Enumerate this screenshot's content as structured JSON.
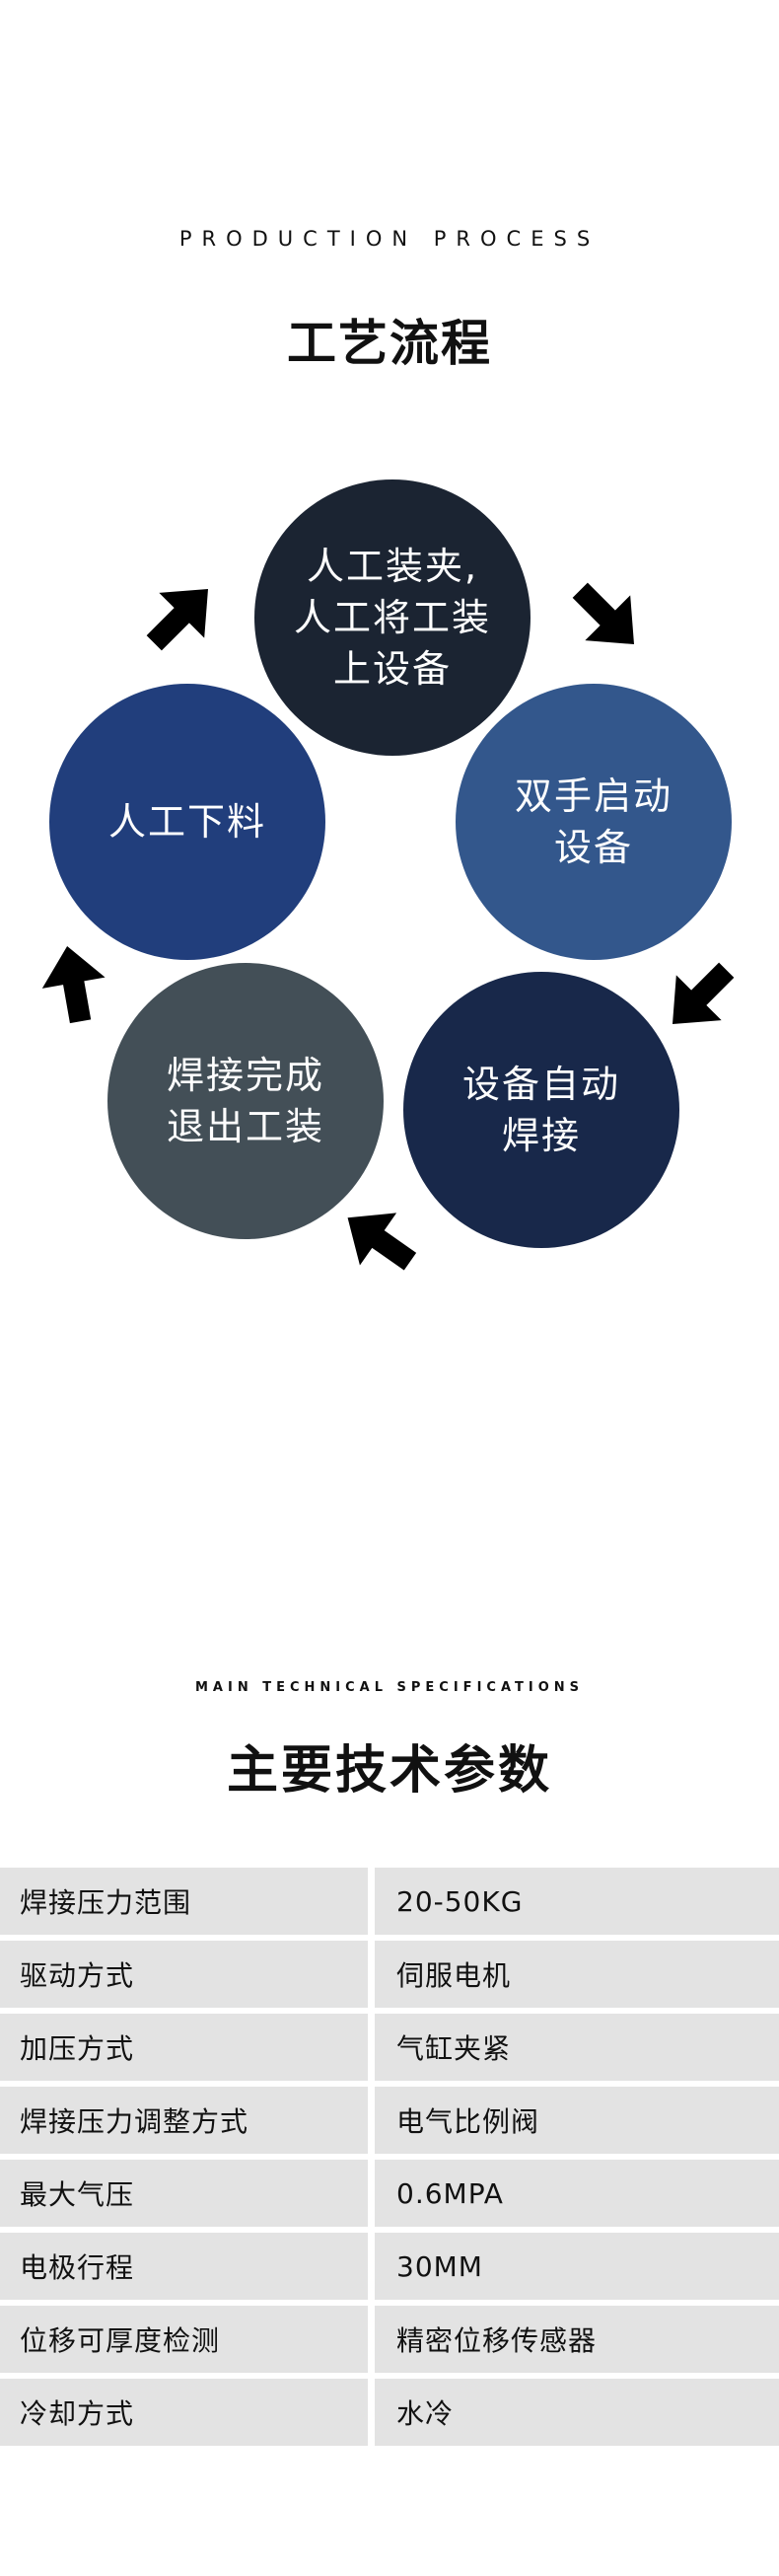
{
  "process": {
    "title_en": "PRODUCTION PROCESS",
    "title_zh": "工艺流程",
    "steps": [
      {
        "lines": [
          "人工装夹,",
          "人工将工装",
          "上设备"
        ],
        "color": "#1b2432"
      },
      {
        "lines": [
          "双手启动",
          "设备"
        ],
        "color": "#33578c"
      },
      {
        "lines": [
          "设备自动",
          "焊接"
        ],
        "color": "#18284a"
      },
      {
        "lines": [
          "焊接完成",
          "退出工装"
        ],
        "color": "#434f57"
      },
      {
        "lines": [
          "人工下料"
        ],
        "color": "#213e7c"
      }
    ],
    "arrow_icon": "arrow-icon",
    "arrow_color": "#000000"
  },
  "specs": {
    "title_en": "MAIN TECHNICAL SPECIFICATIONS",
    "title_zh": "主要技术参数",
    "row_color": "#e3e3e3",
    "rows": [
      {
        "name": "焊接压力范围",
        "value": "20-50KG"
      },
      {
        "name": "驱动方式",
        "value": "伺服电机"
      },
      {
        "name": "加压方式",
        "value": "气缸夹紧"
      },
      {
        "name": "焊接压力调整方式",
        "value": "电气比例阀"
      },
      {
        "name": "最大气压",
        "value": "0.6MPA"
      },
      {
        "name": "电极行程",
        "value": "30MM"
      },
      {
        "name": "位移可厚度检测",
        "value": "精密位移传感器"
      },
      {
        "name": "冷却方式",
        "value": "水冷"
      }
    ]
  }
}
